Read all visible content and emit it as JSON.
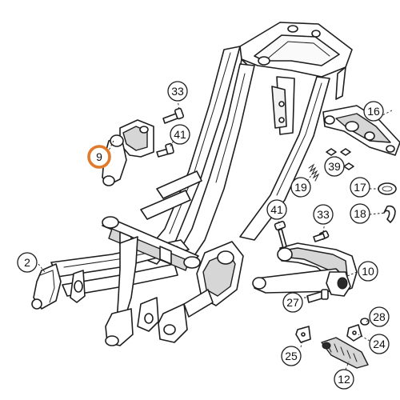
{
  "highlight_color": "#e07a2c",
  "callouts": {
    "c33a": "33",
    "c16": "16",
    "c9": "9",
    "c41a": "41",
    "c39": "39",
    "c19": "19",
    "c17": "17",
    "c18": "18",
    "c41b": "41",
    "c33b": "33",
    "c2": "2",
    "c10": "10",
    "c27": "27",
    "c28": "28",
    "c25": "25",
    "c24": "24",
    "c12": "12"
  }
}
